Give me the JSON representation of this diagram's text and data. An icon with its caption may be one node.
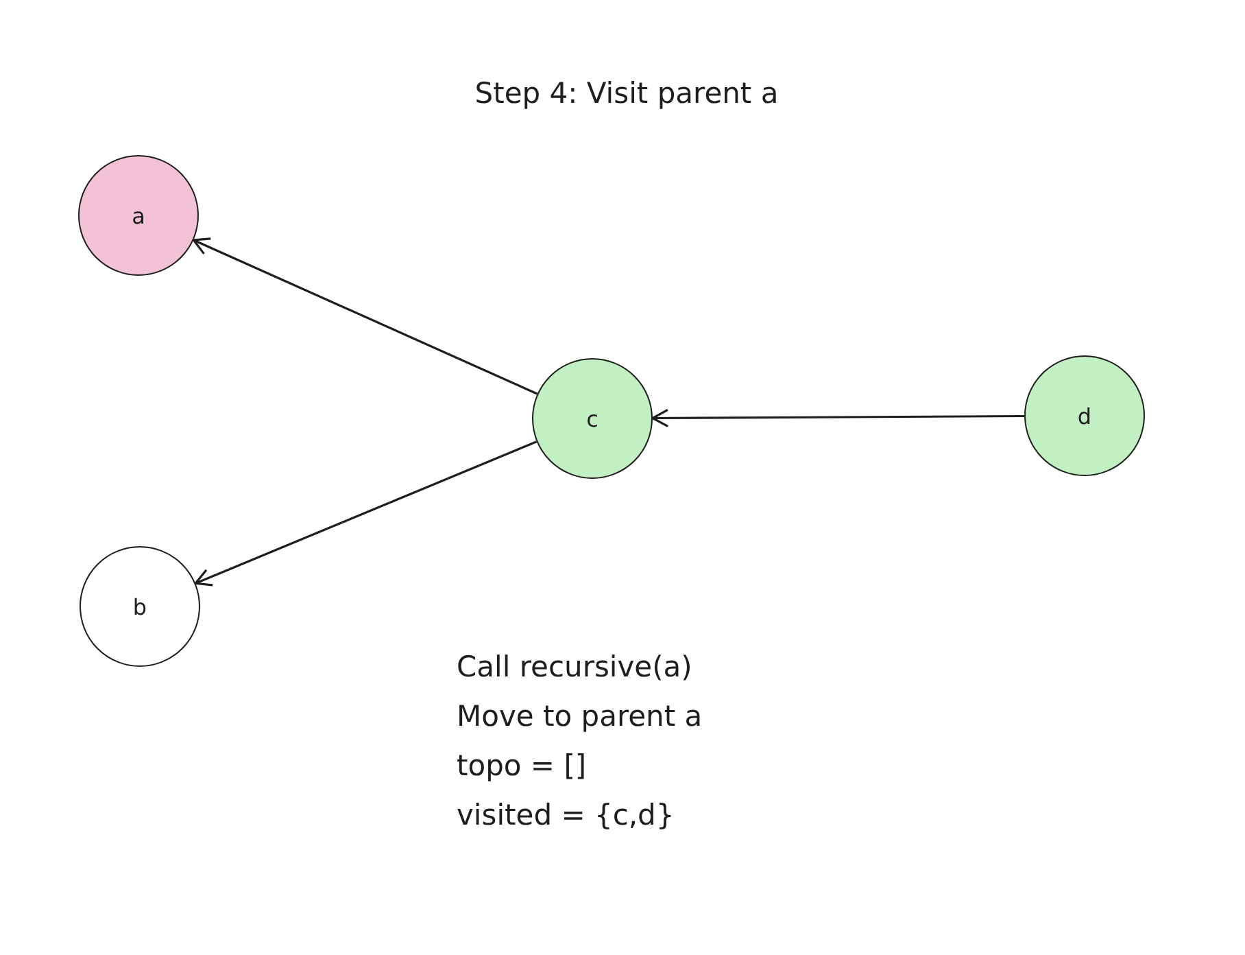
{
  "diagram": {
    "title": "Step 4: Visit parent a",
    "nodes": [
      {
        "text": [
          "a"
        ]
      },
      {
        "text": [
          "b"
        ]
      },
      {
        "text": [
          "c"
        ]
      },
      {
        "text": [
          "d"
        ]
      }
    ],
    "edges": [
      {
        "from": 2,
        "to": 0,
        "arrow": "to"
      },
      {
        "from": 2,
        "to": 1,
        "arrow": "to"
      },
      {
        "from": 3,
        "to": 2,
        "arrow": "to"
      }
    ],
    "labels": [
      "Call recursive(a)",
      "Move to parent a",
      "topo = []",
      "visited = {c,d}"
    ]
  }
}
